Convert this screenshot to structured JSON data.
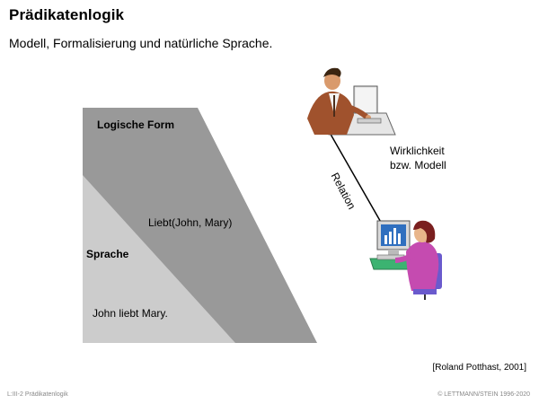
{
  "header": {
    "title": "Prädikatenlogik",
    "subtitle": "Modell, Formalisierung und natürliche Sprache."
  },
  "diagram": {
    "logical_form_label": "Logische Form",
    "formula": "Liebt(John, Mary)",
    "language_label": "Sprache",
    "sentence": "John liebt Mary.",
    "relation_label": "Relation",
    "reality_line1": "Wirklichkeit",
    "reality_line2": "bzw. Modell",
    "colors": {
      "dark_region": "#999999",
      "light_region": "#cccccc",
      "connector_line": "#000000"
    },
    "icons": [
      "man-at-computer-icon",
      "woman-at-computer-icon"
    ]
  },
  "citation": "[Roland Potthast, 2001]",
  "footer": {
    "left": "L:III-2   Prädikatenlogik",
    "right": "© LETTMANN/STEIN 1996-2020"
  }
}
